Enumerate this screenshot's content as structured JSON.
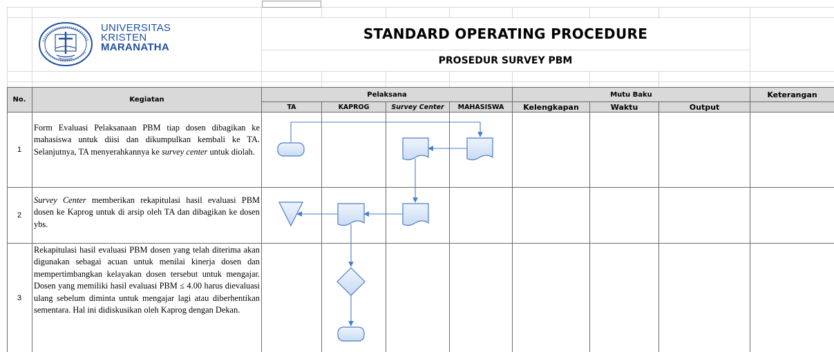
{
  "header": {
    "logo": {
      "line1": "UNIVERSITAS",
      "line2": "KRISTEN",
      "line3": "MARANATHA",
      "seal_text": "UNIVERSITAS KRISTEN MARANATHA BANDUNG",
      "colors": {
        "brand_blue": "#1f4f9e"
      }
    },
    "title": "STANDARD OPERATING PROCEDURE",
    "subtitle": "PROSEDUR SURVEY PBM"
  },
  "table": {
    "col_no": "No.",
    "col_kegiatan": "Kegiatan",
    "group_pelaksana": "Pelaksana",
    "group_mutu_baku": "Mutu Baku",
    "col_keterangan": "Keterangan",
    "sub_pelaksana": [
      "TA",
      "KAPROG",
      "Survey Center",
      "MAHASISWA"
    ],
    "sub_mutu_baku": [
      "Kelengkapan",
      "Waktu",
      "Output"
    ],
    "rows": [
      {
        "no": "1",
        "kegiatan_parts": [
          {
            "text": "Form Evaluasi Pelaksanaan PBM tiap dosen dibagikan ke mahasiswa untuk diisi dan dikumpulkan kembali ke TA. Selanjutnya, TA menyerahkannya ke ",
            "italic": false
          },
          {
            "text": "survey center",
            "italic": true
          },
          {
            "text": " untuk diolah.",
            "italic": false
          }
        ]
      },
      {
        "no": "2",
        "kegiatan_parts": [
          {
            "text": "Survey Center",
            "italic": true
          },
          {
            "text": " memberikan rekapitulasi hasil evaluasi PBM dosen ke Kaprog untuk di arsip oleh TA dan dibagikan ke dosen ybs.",
            "italic": false
          }
        ]
      },
      {
        "no": "3",
        "kegiatan_parts": [
          {
            "text": "Rekapitulasi hasil evaluasi PBM dosen yang telah diterima akan digunakan sebagai acuan untuk menilai kinerja dosen dan mempertimbangkan kelayakan dosen tersebut untuk mengajar. Dosen yang memiliki hasil evaluasi PBM ≤ 4.00 harus dievaluasi ulang sebelum diminta untuk mengajar lagi atau diberhentikan sementara. Hal ini didiskusikan oleh Kaprog dengan Dekan.",
            "italic": false
          }
        ]
      }
    ]
  },
  "flowchart": {
    "colors": {
      "shape_fill": "#dde8fa",
      "shape_stroke": "#4a7cc4",
      "arrow": "#4a7cc4"
    },
    "shapes": [
      {
        "name": "terminator-ta-row1",
        "kind": "terminator"
      },
      {
        "name": "document-survey-center-row1",
        "kind": "document"
      },
      {
        "name": "document-mahasiswa-row1",
        "kind": "document"
      },
      {
        "name": "document-survey-center-row2",
        "kind": "document"
      },
      {
        "name": "document-kaprog-row2",
        "kind": "document"
      },
      {
        "name": "archive-triangle-ta-row2",
        "kind": "archive"
      },
      {
        "name": "decision-kaprog-row3",
        "kind": "decision"
      },
      {
        "name": "terminator-kaprog-row3",
        "kind": "terminator"
      }
    ]
  },
  "grid": {
    "line_color": "#d4d4d4",
    "border_color": "#000000",
    "table_border_color": "#6b6b6b"
  }
}
